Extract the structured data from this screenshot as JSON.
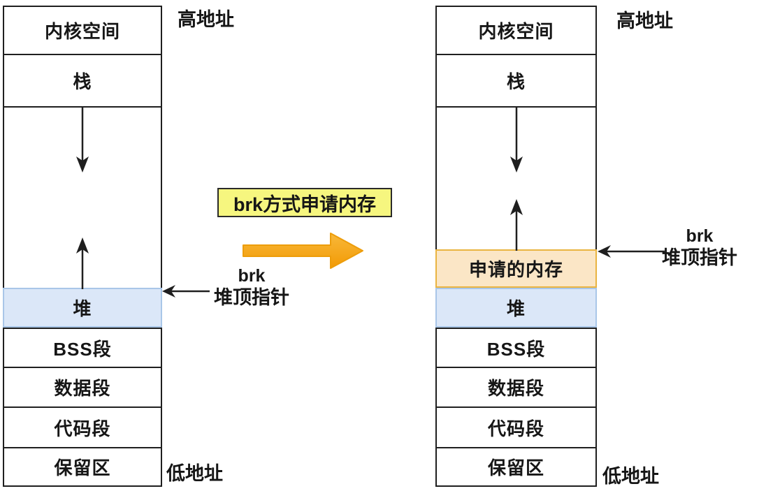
{
  "center": {
    "action_label": "brk方式申请内存"
  },
  "left_diagram": {
    "high_address": "高地址",
    "low_address": "低地址",
    "sections": {
      "kernel": "内核空间",
      "stack": "栈",
      "heap": "堆",
      "bss": "BSS段",
      "data": "数据段",
      "code": "代码段",
      "reserved": "保留区"
    },
    "brk_pointer": {
      "title": "brk",
      "subtitle": "堆顶指针"
    }
  },
  "right_diagram": {
    "high_address": "高地址",
    "low_address": "低地址",
    "sections": {
      "kernel": "内核空间",
      "stack": "栈",
      "allocated": "申请的内存",
      "heap": "堆",
      "bss": "BSS段",
      "data": "数据段",
      "code": "代码段",
      "reserved": "保留区"
    },
    "brk_pointer": {
      "title": "brk",
      "subtitle": "堆顶指针"
    }
  },
  "colors": {
    "line": "#1f1f1f",
    "heap_fill": "#dbe7f8",
    "heap_border": "#a9c6e8",
    "allocated_fill": "#fbe6c6",
    "allocated_border": "#e9b441",
    "action_label_fill": "#f6f67f",
    "arrow_orange_top": "#f8b83a",
    "arrow_orange_bottom": "#f29a05"
  }
}
